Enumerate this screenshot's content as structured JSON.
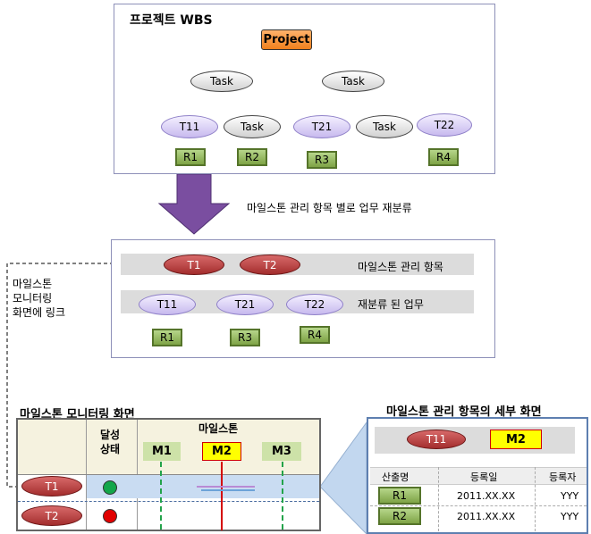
{
  "top_panel": {
    "title": "프로젝트 WBS",
    "project": "Project",
    "task": "Task",
    "t11": "T11",
    "t21": "T21",
    "t22": "T22",
    "r1": "R1",
    "r2": "R2",
    "r3": "R3",
    "r4": "R4"
  },
  "arrow_label": "마일스톤 관리 항목 별로 업무 재분류",
  "middle_panel": {
    "t1": "T1",
    "t2": "T2",
    "band1_label": "마일스톤 관리 항목",
    "band2_label": "재분류 된 업무",
    "t11": "T11",
    "t21": "T21",
    "t22": "T22",
    "r1": "R1",
    "r3": "R3",
    "r4": "R4"
  },
  "side_note": {
    "line1": "마일스톤",
    "line2": "모니터링",
    "line3": "화면에 링크"
  },
  "monitoring": {
    "title": "마일스톤 모니터링 화면",
    "status_header": "달성 상태",
    "milestone_header": "마일스톤",
    "m1": "M1",
    "m2": "M2",
    "m3": "M3",
    "row1": "T1",
    "row2": "T2",
    "colors": {
      "green": "#13a64a",
      "red": "#e10000",
      "m2_line": "#d40000"
    }
  },
  "detail": {
    "title": "마일스톤 관리 항목의 세부 화면",
    "t11": "T11",
    "m2": "M2",
    "col1": "산출명",
    "col2": "등록일",
    "col3": "등록자",
    "rows": [
      {
        "name": "R1",
        "date": "2011.XX.XX",
        "user": "YYY"
      },
      {
        "name": "R2",
        "date": "2011.XX.XX",
        "user": "YYY"
      }
    ]
  }
}
